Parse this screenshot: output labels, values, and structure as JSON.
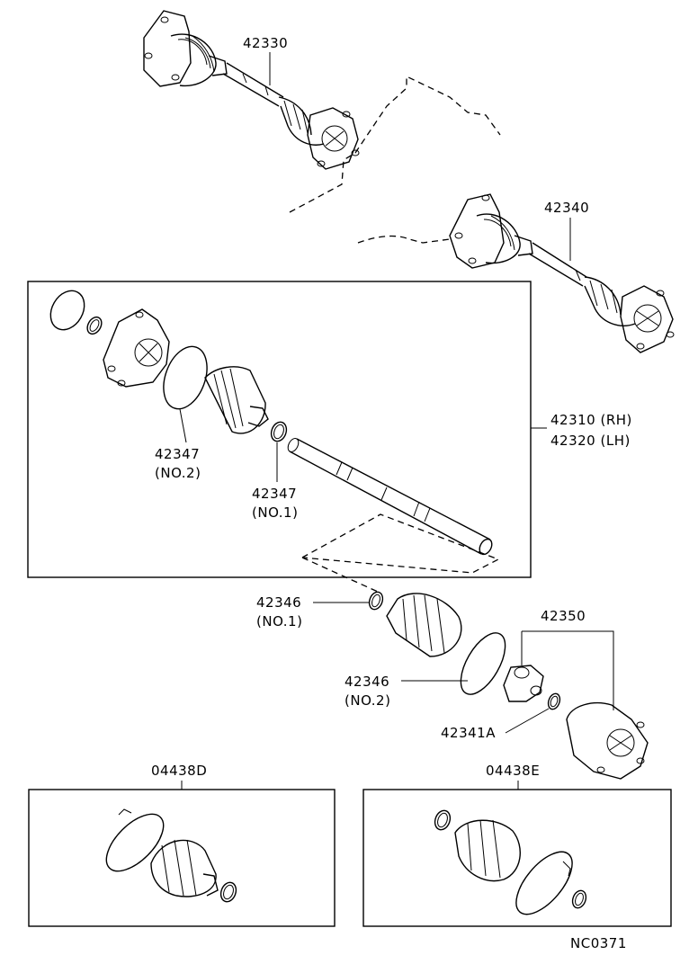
{
  "labels": {
    "p42330": "42330",
    "p42340": "42340",
    "p42310": "42310 (RH)",
    "p42320": "42320 (LH)",
    "p42347a": "42347",
    "p42347a_sub": "(NO.2)",
    "p42347b": "42347",
    "p42347b_sub": "(NO.1)",
    "p42346a": "42346",
    "p42346a_sub": "(NO.1)",
    "p42346b": "42346",
    "p42346b_sub": "(NO.2)",
    "p42350": "42350",
    "p42341a": "42341A",
    "p04438d": "04438D",
    "p04438e": "04438E",
    "drawing_code": "NC0371"
  }
}
